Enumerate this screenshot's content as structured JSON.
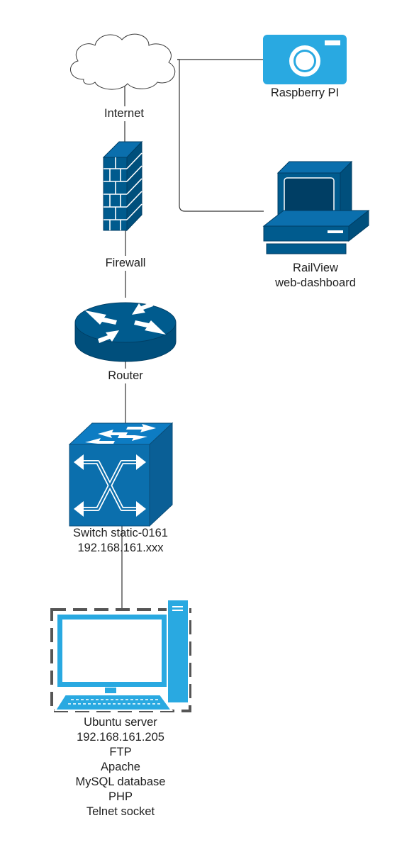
{
  "colors": {
    "navy_fill": "#005b8e",
    "navy_stroke": "#003e64",
    "switch_front": "#0b6fad",
    "switch_top": "#0d7cc3",
    "switch_side": "#0a5f96",
    "light_blue": "#29a9e1",
    "connector": "#333333",
    "dashed": "#555555"
  },
  "nodes": {
    "internet": {
      "icon": "cloud-icon",
      "label": "Internet"
    },
    "firewall": {
      "icon": "firewall-icon",
      "label": "Firewall"
    },
    "router": {
      "icon": "router-icon",
      "label": "Router"
    },
    "switch": {
      "icon": "switch-icon",
      "label_lines": [
        "Switch static-0161",
        "192.168.161.xxx"
      ]
    },
    "server": {
      "icon": "desktop-computer-icon",
      "label_lines": [
        "Ubuntu server",
        "192.168.161.205",
        "FTP",
        "Apache",
        "MySQL database",
        "PHP",
        "Telnet socket"
      ]
    },
    "raspberry": {
      "icon": "camera-icon",
      "label": "Raspberry PI"
    },
    "dashboard": {
      "icon": "computer-terminal-icon",
      "label_lines": [
        "RailView",
        "web-dashboard"
      ]
    }
  }
}
